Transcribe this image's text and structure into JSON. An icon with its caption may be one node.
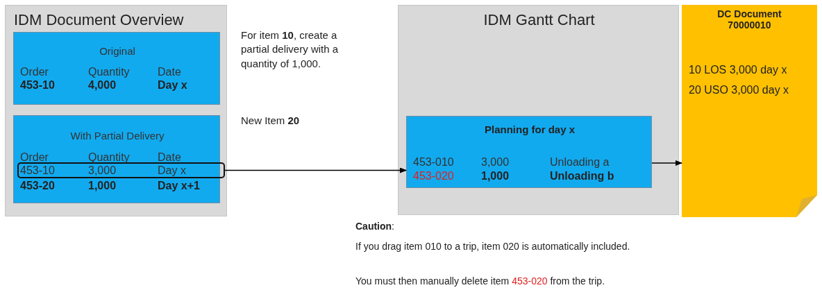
{
  "diagram": {
    "nodes": [
      {
        "text": [
          "IDM Document Overview"
        ]
      },
      {
        "text": [
          "Original",
          "Order",
          "Quantity",
          "Date",
          "453-10",
          "4,000",
          "Day x"
        ],
        "in": 0
      },
      {
        "text": [
          "With Partial Delivery",
          "Order",
          "Quantity",
          "Date",
          "453-20",
          "1,000",
          "Day x+1"
        ],
        "in": 0
      },
      {
        "text": [
          "453-10",
          "3,000",
          "Day x"
        ],
        "in": 2
      },
      {
        "text": [
          "IDM Gantt Chart"
        ]
      },
      {
        "text": [
          "Planning for day x",
          "453-010",
          "3,000",
          "Unloading a",
          "453-020",
          "1,000",
          "Unloading b"
        ],
        "in": 4
      },
      {
        "text": [
          "DC Document 70000010",
          "10 LOS 3,000 day x",
          "20 USO 3,000 day x"
        ]
      }
    ],
    "edges": [
      {
        "from": 3,
        "to": 5,
        "arrow": "to"
      },
      {
        "from": 5,
        "to": 6,
        "arrow": "to"
      }
    ],
    "labels": [
      "For item **10**, create a partial delivery with a quantity of 1,000.",
      "New Item **20**",
      "**Caution**:",
      "If you drag item 010 to a trip, item 020 is automatically included.",
      "You must then manually delete item",
      "453-020",
      "from the trip."
    ]
  }
}
